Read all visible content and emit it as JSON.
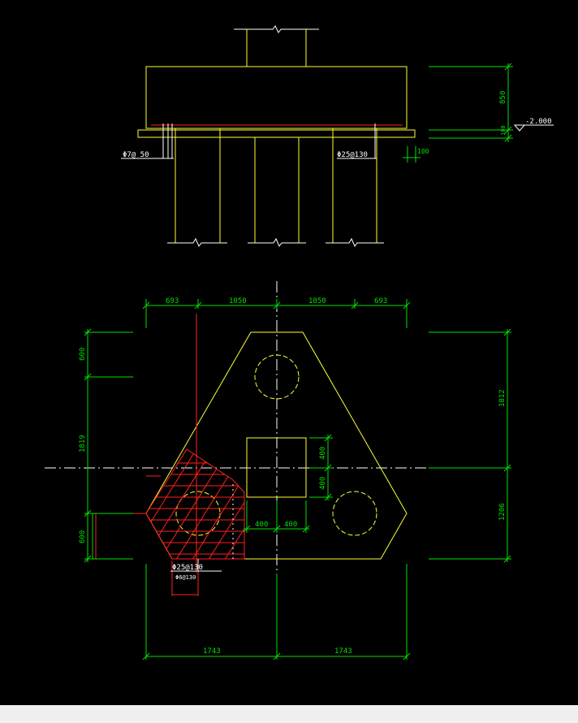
{
  "colors": {
    "background": "#000000",
    "outline": "#ffff33",
    "dimension": "#00e000",
    "annotation": "#ffffff",
    "rebar": "#ff2020",
    "statusbar": "#f0f0f0"
  },
  "elevation": {
    "dim_height": "850",
    "dim_thickness": "100",
    "dim_offset": "100",
    "level_mark": "-2.000",
    "rebar_left": "Φ7@ 50",
    "rebar_right": "Φ25@130"
  },
  "plan": {
    "dim_top": [
      "693",
      "1050",
      "1050",
      "693"
    ],
    "dim_bottom": [
      "1743",
      "1743"
    ],
    "dim_left": [
      "600",
      "1819",
      "600"
    ],
    "dim_right": [
      "1812",
      "1206"
    ],
    "dim_column_v": [
      "400",
      "400"
    ],
    "dim_column_h": [
      "400",
      "400"
    ],
    "rebar_label": "Φ25@130",
    "rebar_sub": "Φ6@130"
  }
}
